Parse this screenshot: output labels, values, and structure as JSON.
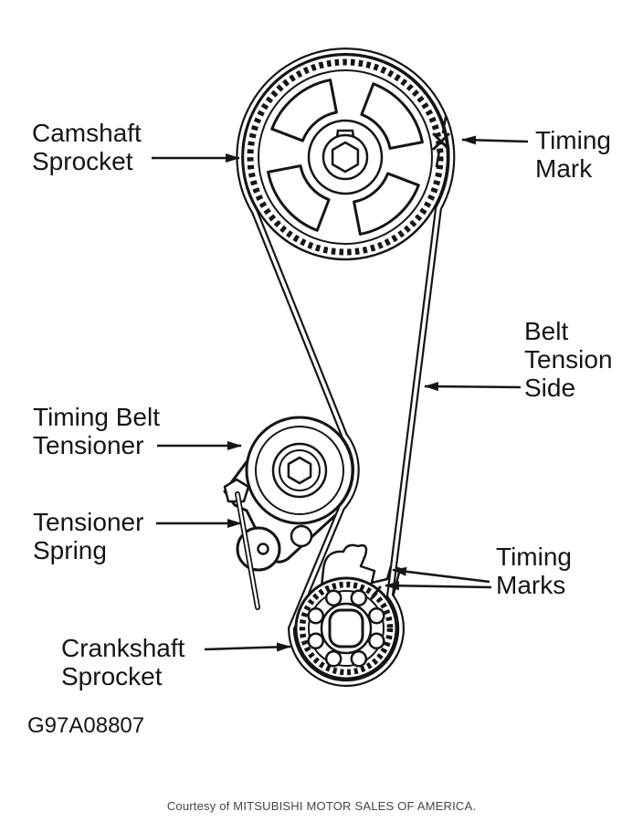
{
  "figure": {
    "code": "G97A08807",
    "courtesy": "Courtesy of MITSUBISHI MOTOR SALES OF AMERICA."
  },
  "callouts": {
    "camshaft_sprocket": {
      "line1": "Camshaft",
      "line2": "Sprocket"
    },
    "timing_mark": {
      "line1": "Timing",
      "line2": "Mark"
    },
    "belt_tension_side": {
      "line1": "Belt",
      "line2": "Tension",
      "line3": "Side"
    },
    "timing_belt_tensioner": {
      "line1": "Timing Belt",
      "line2": "Tensioner"
    },
    "tensioner_spring": {
      "line1": "Tensioner",
      "line2": "Spring"
    },
    "timing_marks": {
      "line1": "Timing",
      "line2": "Marks"
    },
    "crankshaft_sprocket": {
      "line1": "Crankshaft",
      "line2": "Sprocket"
    }
  },
  "colors": {
    "ink": "#151515",
    "courtesy_text": "#454545",
    "background": "#ffffff"
  }
}
